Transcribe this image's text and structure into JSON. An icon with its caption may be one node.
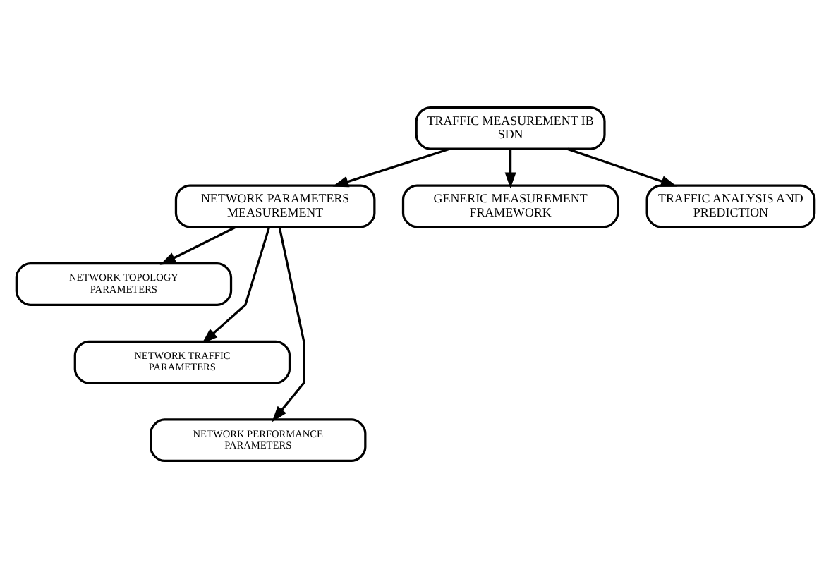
{
  "diagram": {
    "nodes": [
      {
        "text": [
          "TRAFFIC MEASUREMENT IB SDN"
        ]
      },
      {
        "text": [
          "NETWORK PARAMETERS MEASUREMENT"
        ]
      },
      {
        "text": [
          "GENERIC MEASUREMENT FRAMEWORK"
        ]
      },
      {
        "text": [
          "TRAFFIC ANALYSIS AND PREDICTION"
        ]
      },
      {
        "text": [
          "NETWORK TOPOLOGY PARAMETERS"
        ]
      },
      {
        "text": [
          "NETWORK TRAFFIC PARAMETERS"
        ]
      },
      {
        "text": [
          "NETWORK PERFORMANCE PARAMETERS"
        ]
      }
    ],
    "edges": [
      {
        "from": 0,
        "to": 1,
        "arrow": "to"
      },
      {
        "from": 0,
        "to": 2,
        "arrow": "to"
      },
      {
        "from": 0,
        "to": 3,
        "arrow": "to"
      },
      {
        "from": 1,
        "to": 4,
        "arrow": "to"
      },
      {
        "from": 1,
        "to": 5,
        "arrow": "to"
      },
      {
        "from": 1,
        "to": 6,
        "arrow": "to"
      }
    ]
  }
}
